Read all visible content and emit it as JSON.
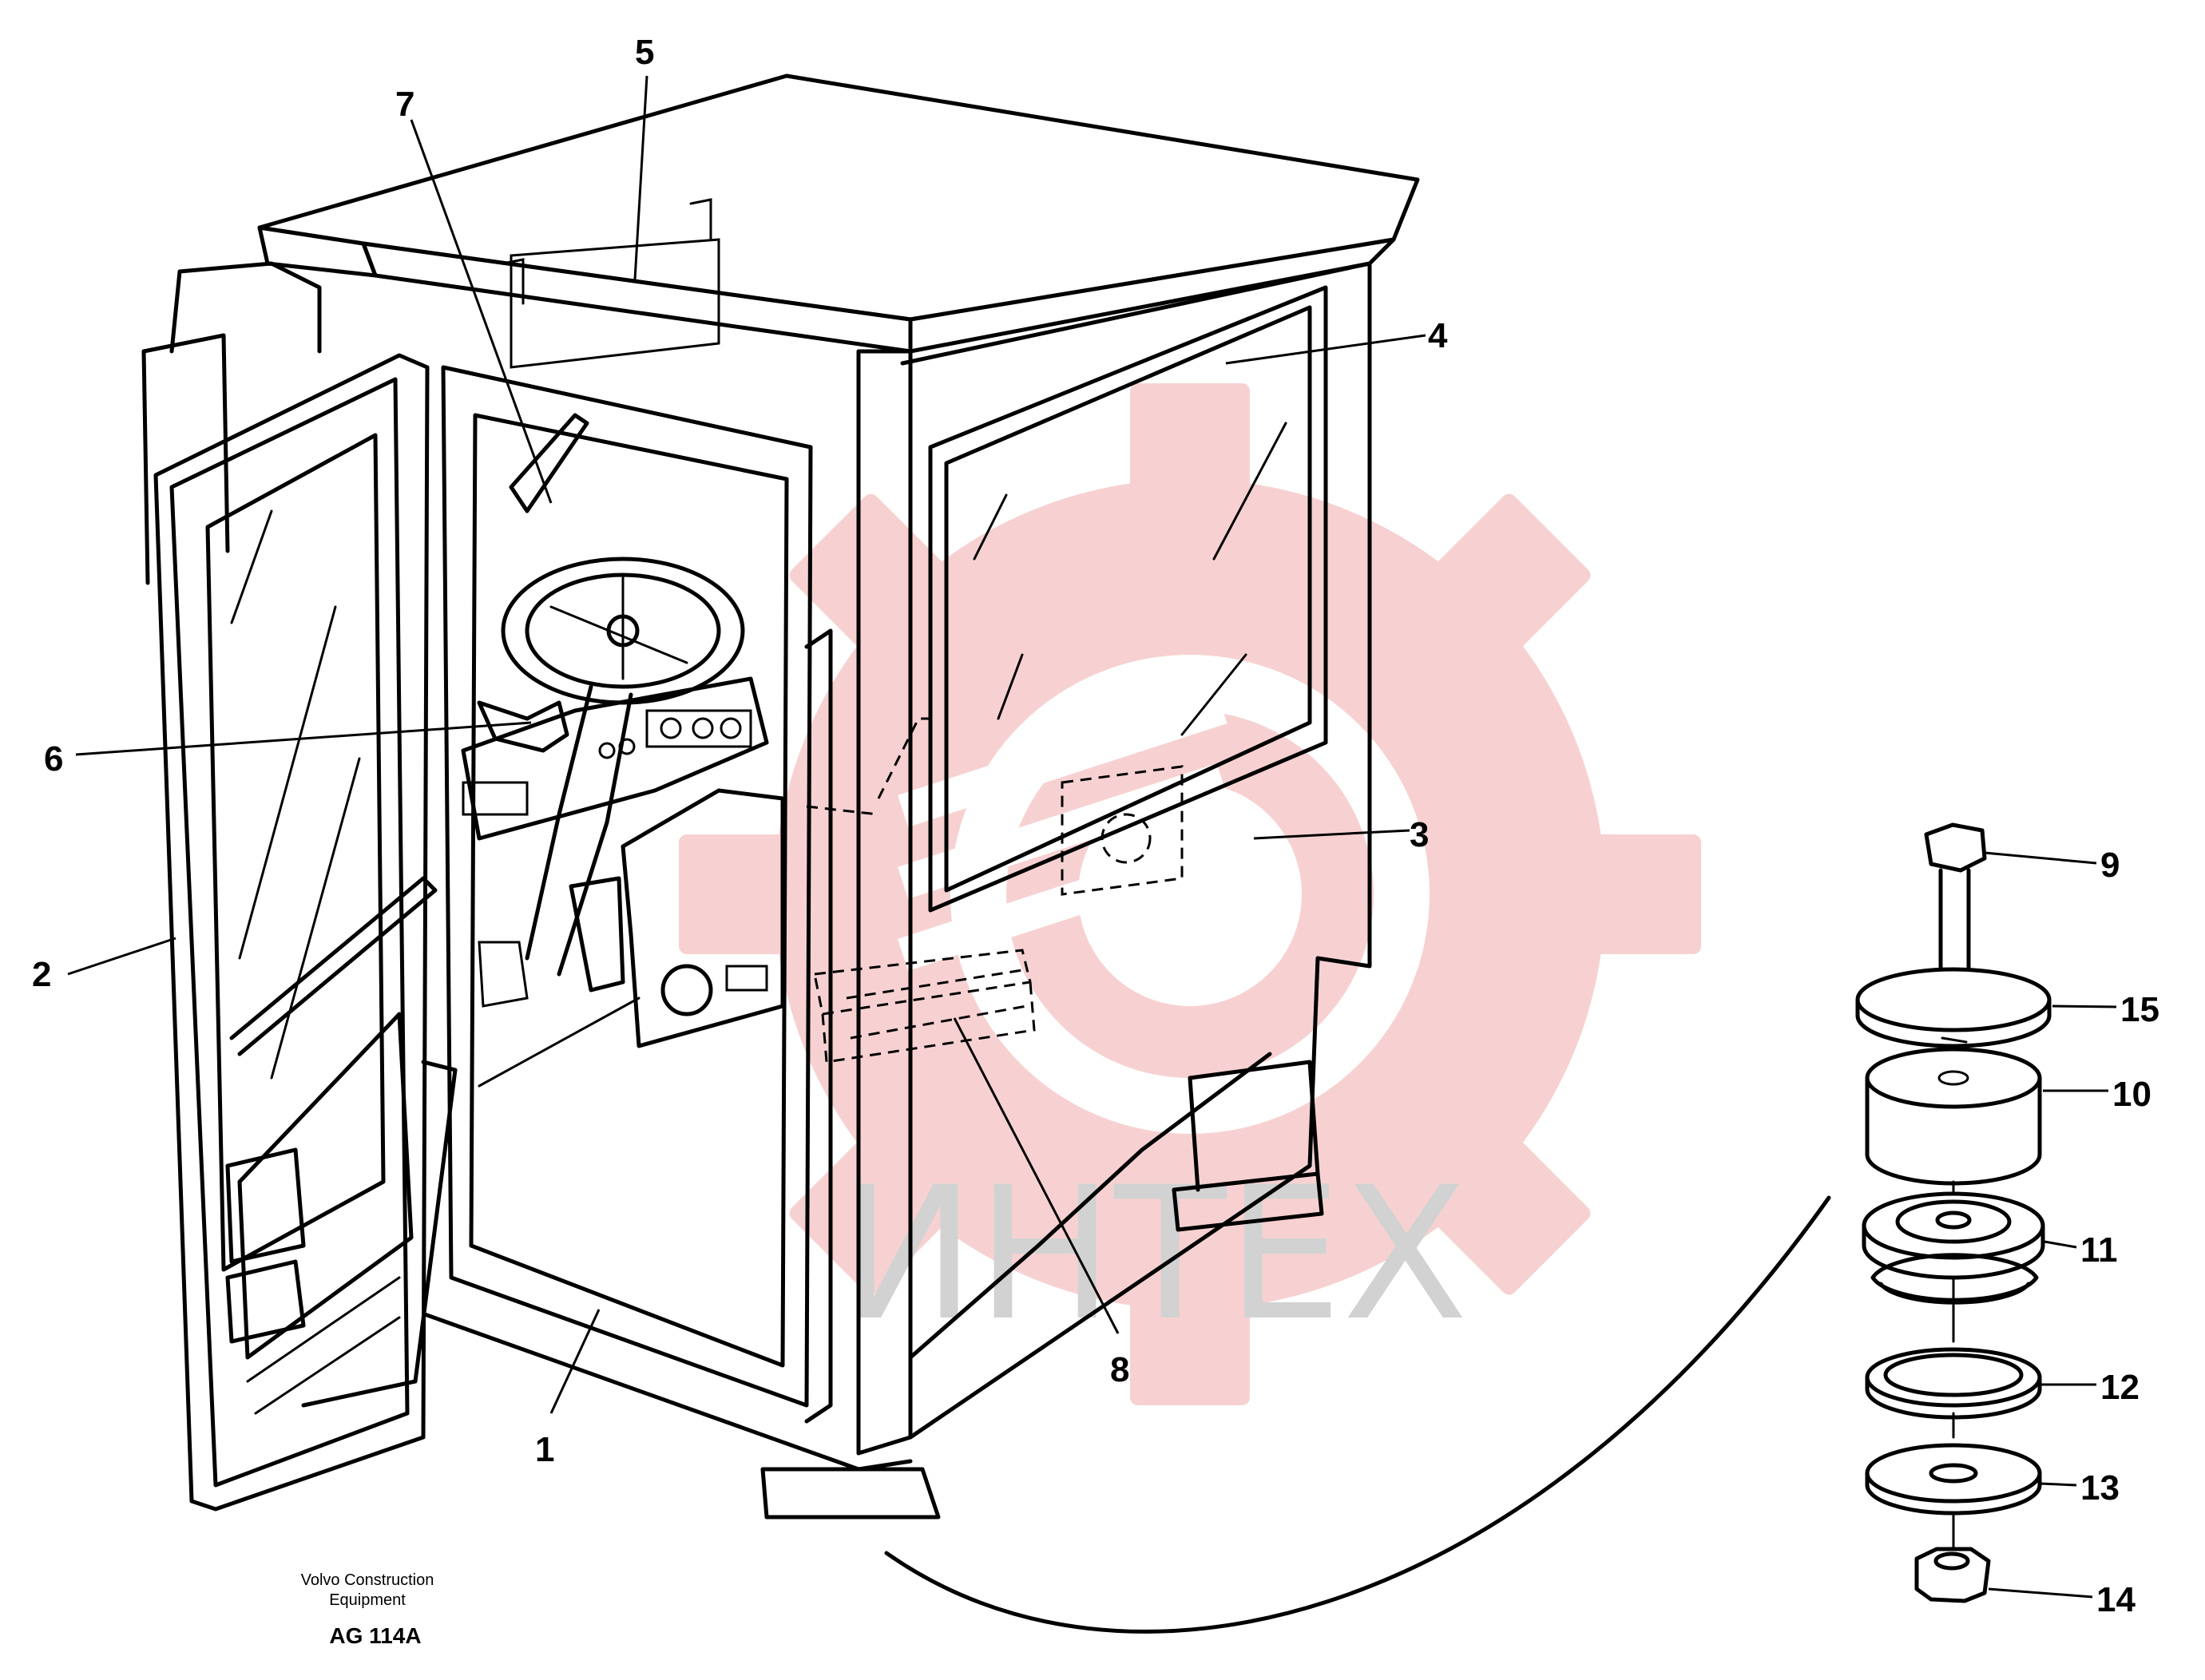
{
  "callouts": {
    "n1": "1",
    "n2": "2",
    "n3": "3",
    "n4": "4",
    "n5": "5",
    "n6": "6",
    "n7": "7",
    "n8": "8",
    "n9": "9",
    "n10": "10",
    "n11": "11",
    "n12": "12",
    "n13": "13",
    "n14": "14",
    "n15": "15"
  },
  "caption": {
    "line1": "Volvo Construction",
    "line2": "Equipment",
    "code": "AG 114A"
  },
  "watermark": {
    "text": "ИНТЕХ",
    "gear_color": "#f4c6c6",
    "text_color": "#d2d2d2"
  }
}
